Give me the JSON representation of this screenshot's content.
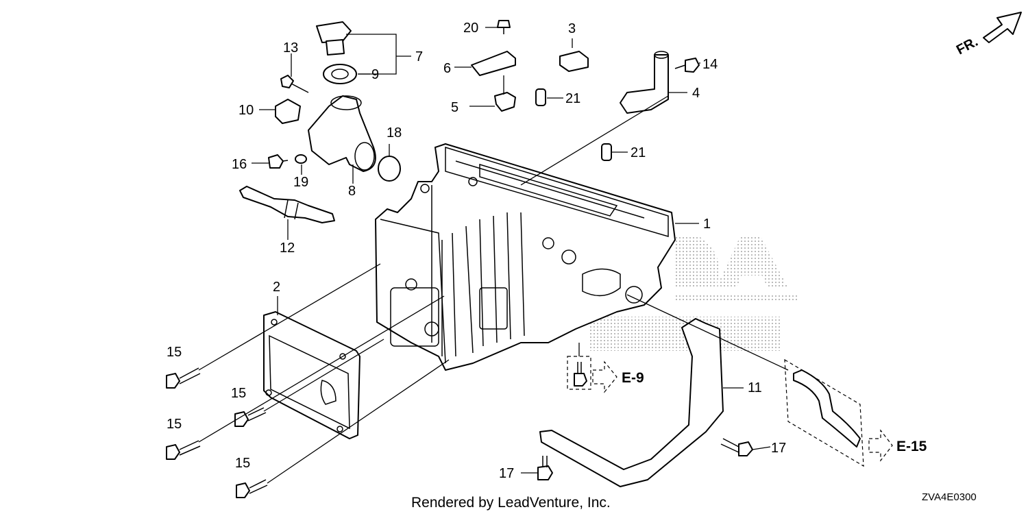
{
  "diagram": {
    "callouts": {
      "p1": "1",
      "p2": "2",
      "p3": "3",
      "p4": "4",
      "p5": "5",
      "p6": "6",
      "p7": "7",
      "p8": "8",
      "p9": "9",
      "p10": "10",
      "p11": "11",
      "p12": "12",
      "p13": "13",
      "p14": "14",
      "p15a": "15",
      "p15b": "15",
      "p15c": "15",
      "p15d": "15",
      "p16": "16",
      "p17a": "17",
      "p17b": "17",
      "p18": "18",
      "p19": "19",
      "p20": "20",
      "p21a": "21",
      "p21b": "21"
    },
    "references": {
      "e9": "E-9",
      "e15": "E-15"
    },
    "front_marker": "FR.",
    "footer": "Rendered by LeadVenture, Inc.",
    "diagram_code": "ZVA4E0300"
  }
}
